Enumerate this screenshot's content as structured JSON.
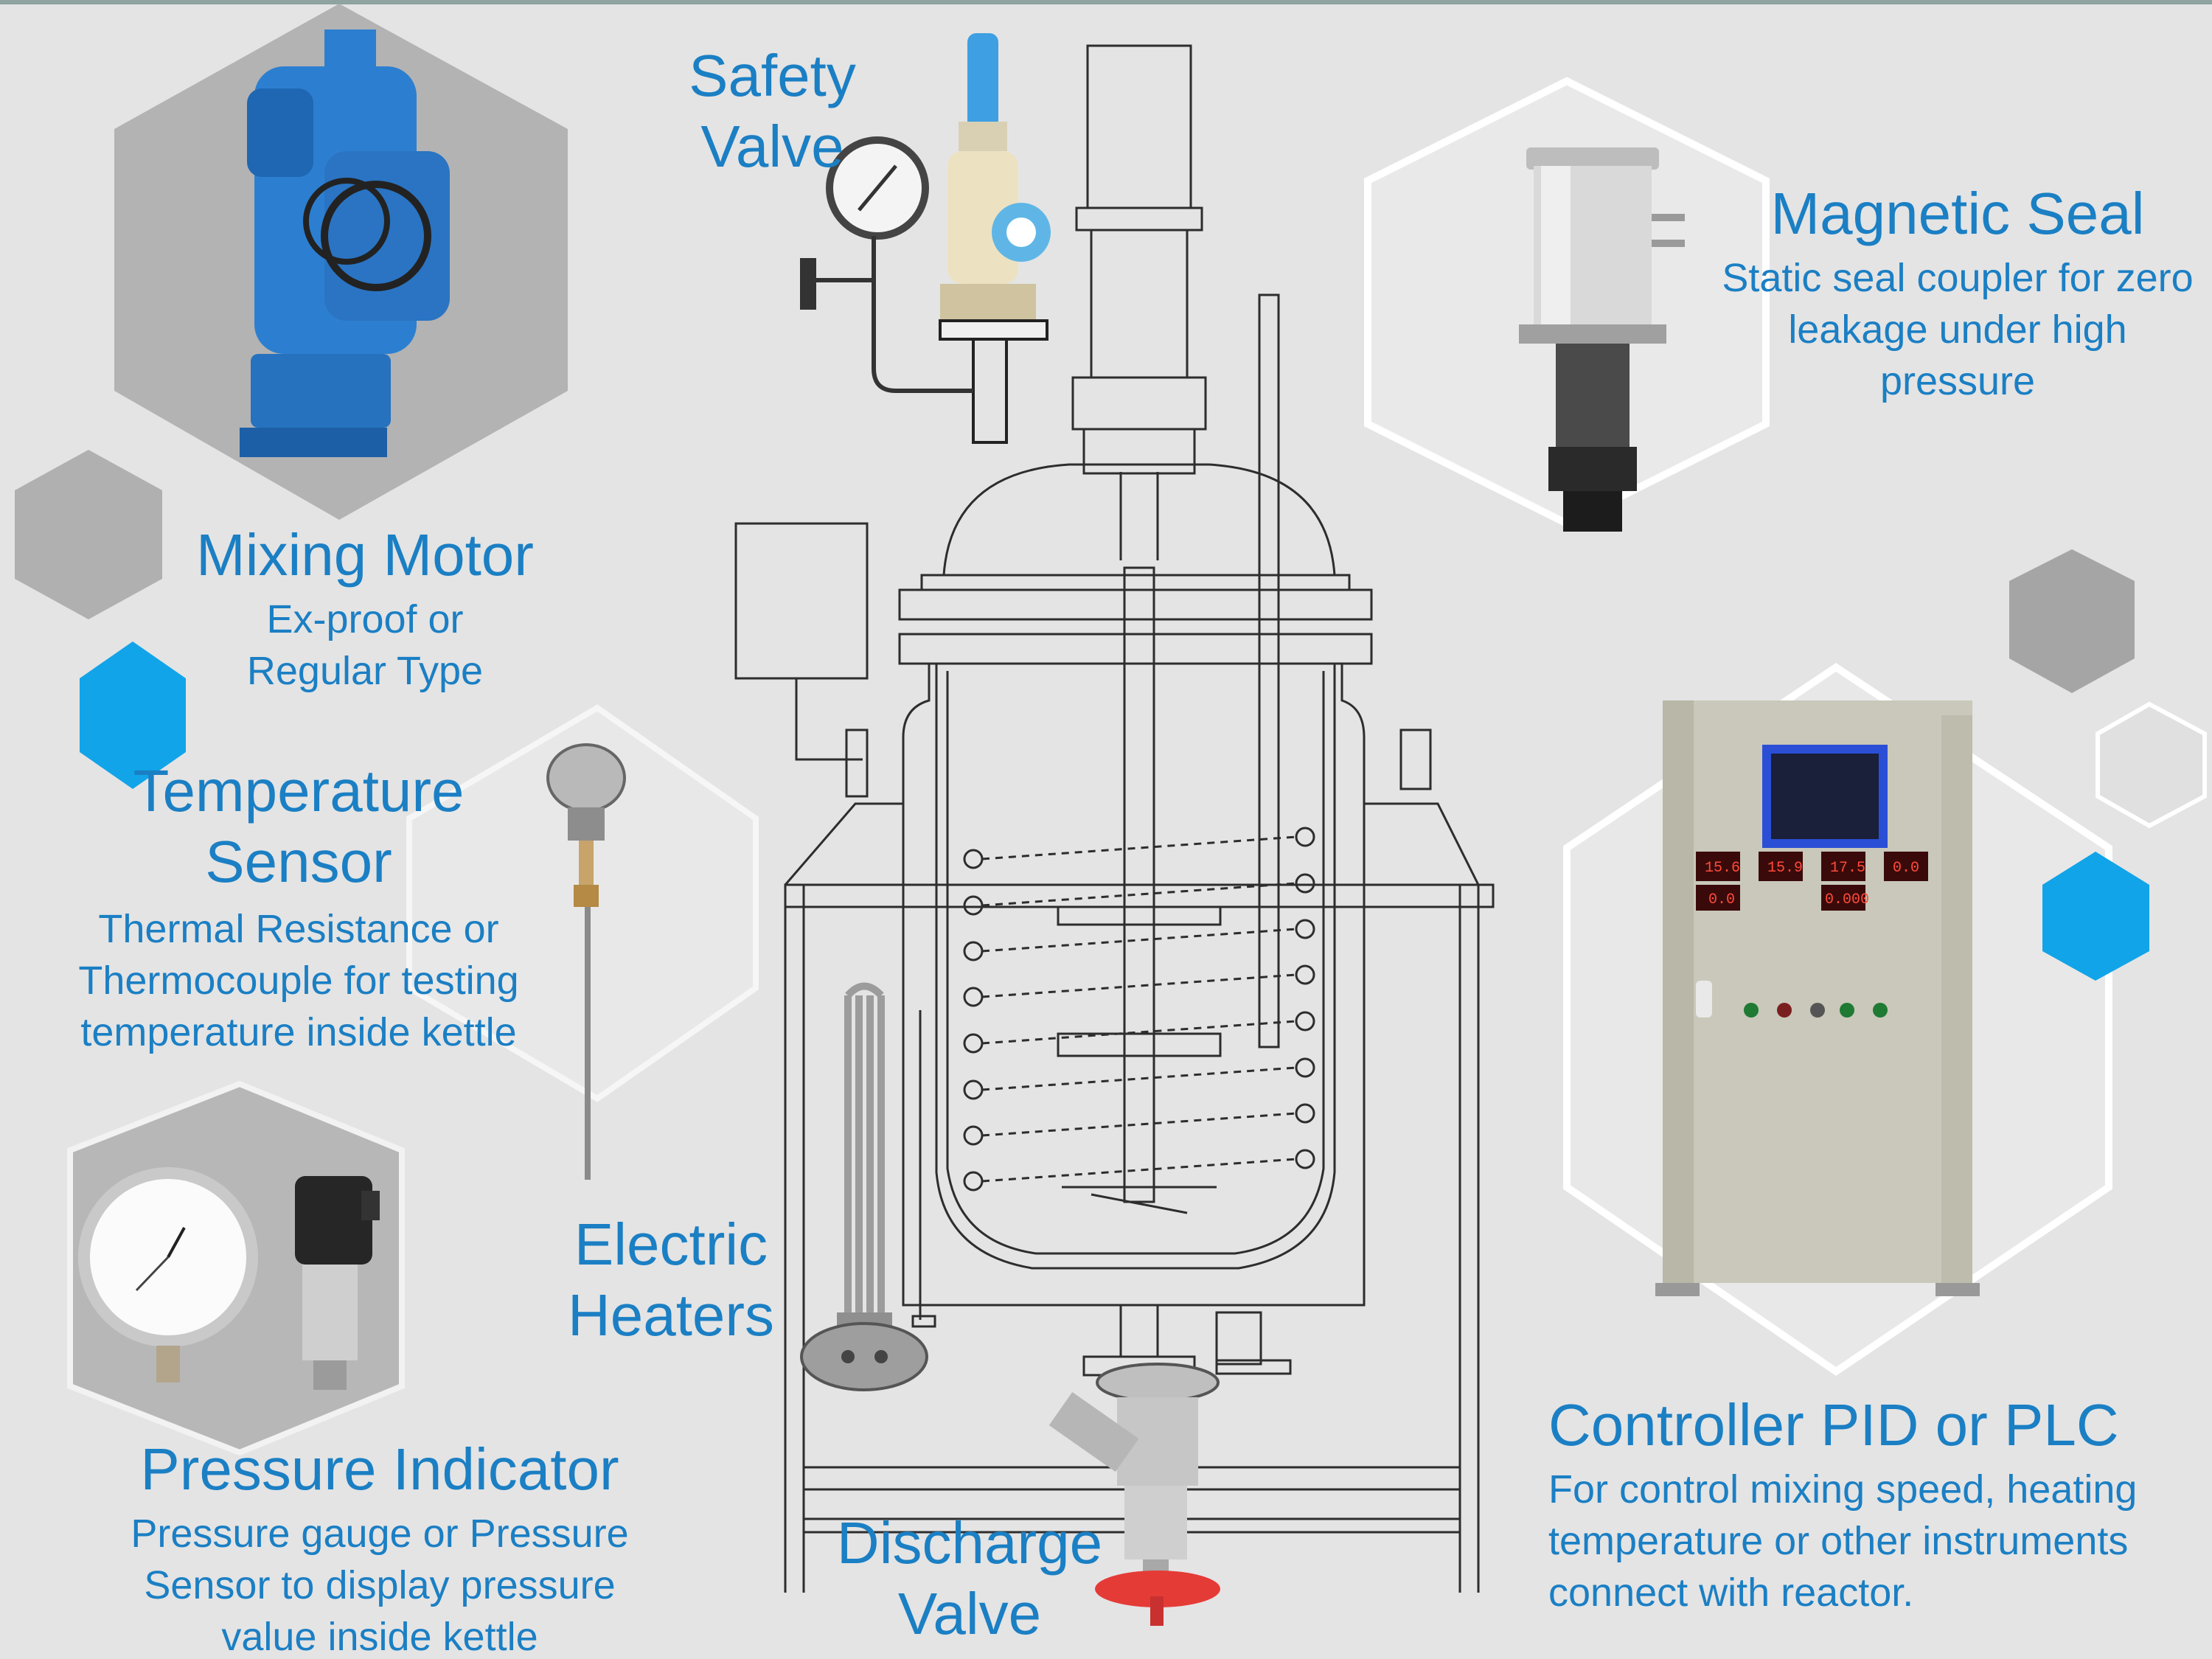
{
  "labels": {
    "safety_valve": "Safety Valve",
    "magnetic_seal": {
      "title": "Magnetic Seal",
      "desc": "Static seal coupler for zero leakage under high pressure"
    },
    "mixing_motor": {
      "title": "Mixing Motor",
      "desc": "Ex-proof or Regular Type"
    },
    "temperature_sensor": {
      "title": "Temperature Sensor",
      "desc": "Thermal Resistance or Thermocouple for testing temperature inside kettle"
    },
    "electric_heaters": "Electric Heaters",
    "pressure_indicator": {
      "title": "Pressure Indicator",
      "desc": "Pressure gauge or Pressure Sensor to display pressure value inside kettle"
    },
    "discharge_valve": "Discharge Valve",
    "controller": {
      "title": "Controller PID or PLC",
      "desc": "For control mixing speed, heating temperature or other instruments connect with reactor."
    }
  },
  "controller_readouts": [
    "15.6",
    "15.9",
    "17.5",
    "0.0",
    "0.0",
    "0.000"
  ],
  "colors": {
    "accent": "#1b7fc4",
    "hex_accent": "#11a4e8",
    "hex_gray": "#a7a7a7",
    "background": "#e4e4e4",
    "motor": "#2c7fd0",
    "cabinet": "#c9c8ba",
    "valve_handle": "#e53b36"
  },
  "icons": [
    "mixing-motor-icon",
    "safety-valve-icon",
    "magnetic-seal-icon",
    "temperature-sensor-icon",
    "pressure-gauge-icon",
    "pressure-transmitter-icon",
    "electric-heater-icon",
    "discharge-valve-icon",
    "control-cabinet-icon",
    "reactor-vessel-icon"
  ]
}
